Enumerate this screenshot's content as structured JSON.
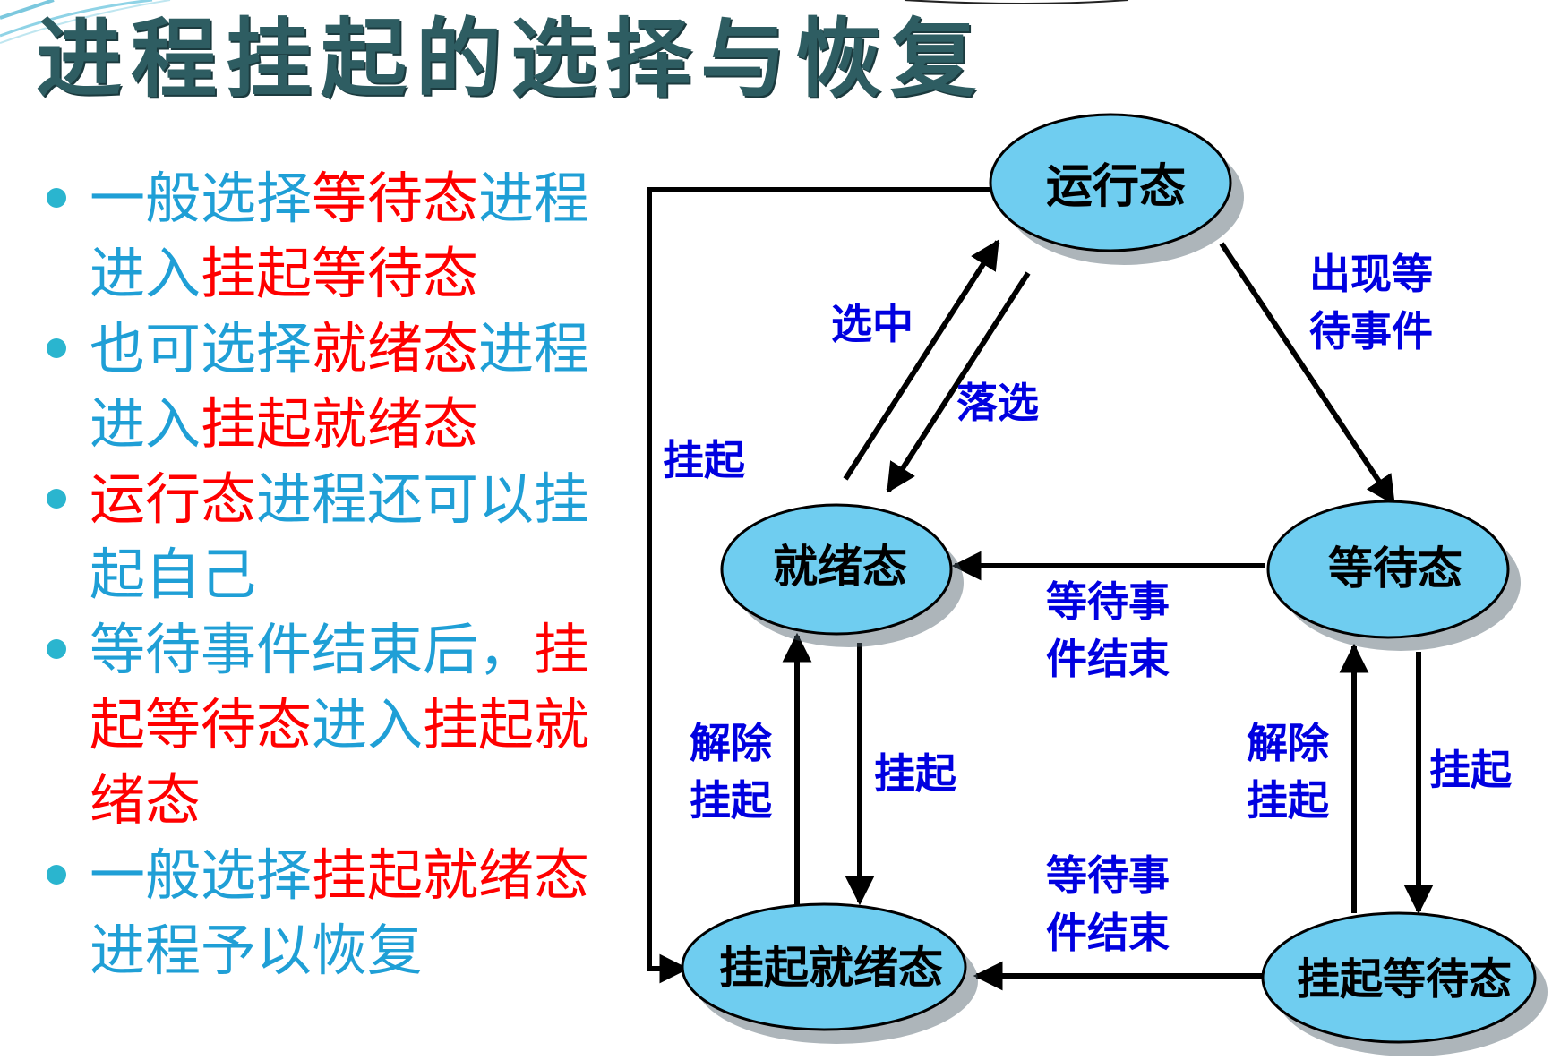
{
  "title": "进程挂起的选择与恢复",
  "bullets": [
    {
      "segments": [
        {
          "text": "一般选择"
        },
        {
          "text": "等待态",
          "hl": true
        },
        {
          "text": "进程进入"
        },
        {
          "text": "挂起等待态",
          "hl": true
        }
      ]
    },
    {
      "segments": [
        {
          "text": "也可选择"
        },
        {
          "text": "就绪态",
          "hl": true
        },
        {
          "text": "进程进入"
        },
        {
          "text": "挂起就绪态",
          "hl": true
        }
      ]
    },
    {
      "segments": [
        {
          "text": "运行态",
          "hl": true
        },
        {
          "text": "进程还可以挂起自己"
        }
      ]
    },
    {
      "segments": [
        {
          "text": "等待事件结束后，"
        },
        {
          "text": "挂起等待态",
          "hl": true
        },
        {
          "text": "进入"
        },
        {
          "text": "挂起就绪态",
          "hl": true
        }
      ]
    },
    {
      "segments": [
        {
          "text": "一般选择"
        },
        {
          "text": "挂起就绪态",
          "hl": true
        },
        {
          "text": "进程予以恢复"
        }
      ]
    }
  ],
  "diagram": {
    "nodes": {
      "running": "运行态",
      "ready": "就绪态",
      "waiting": "等待态",
      "suspended_ready": "挂起就绪态",
      "suspended_waiting": "挂起等待态"
    },
    "edges": {
      "select": "选中",
      "deselect": "落选",
      "wait_event": [
        "出现等",
        "待事件"
      ],
      "suspend_running": "挂起",
      "event_end_top": [
        "等待事",
        "件结束"
      ],
      "event_end_bottom": [
        "等待事",
        "件结束"
      ],
      "resume_ready": [
        "解除",
        "挂起"
      ],
      "suspend_ready": "挂起",
      "resume_waiting": [
        "解除",
        "挂起"
      ],
      "suspend_waiting": "挂起"
    }
  },
  "colors": {
    "title": "#2e5d62",
    "bullet_text": "#1f9fd6",
    "highlight": "#ff0000",
    "node_fill": "#6fcdf0",
    "edge_label": "#0000e0"
  }
}
